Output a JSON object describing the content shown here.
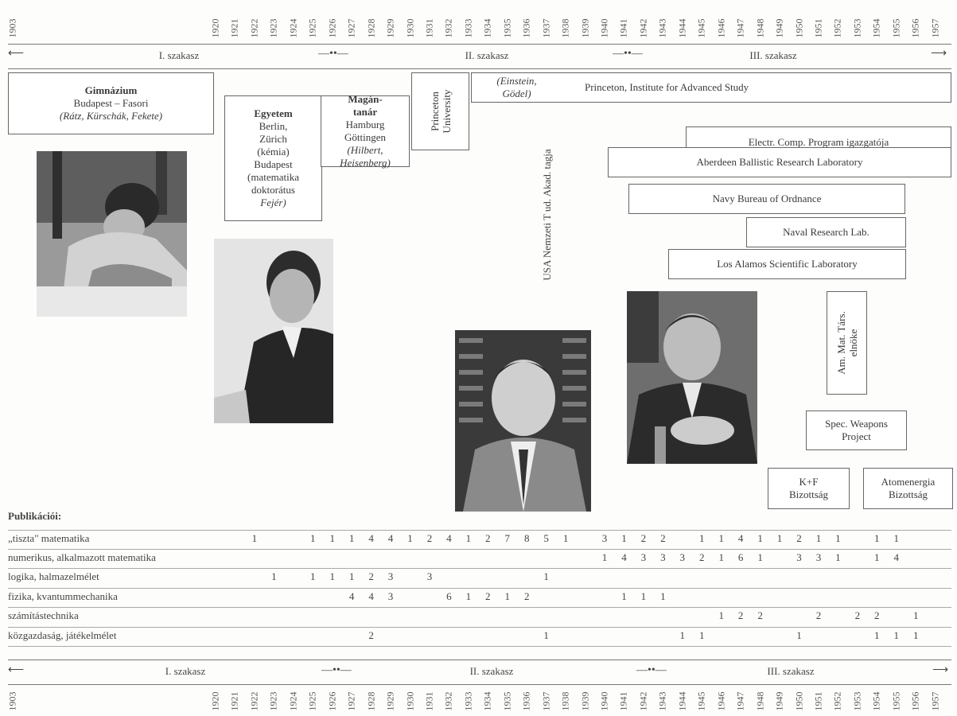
{
  "years": [
    "1903",
    "1920",
    "1921",
    "1922",
    "1923",
    "1924",
    "1925",
    "1926",
    "1927",
    "1928",
    "1929",
    "1930",
    "1931",
    "1932",
    "1933",
    "1934",
    "1935",
    "1936",
    "1937",
    "1938",
    "1939",
    "1940",
    "1941",
    "1942",
    "1943",
    "1944",
    "1945",
    "1946",
    "1947",
    "1948",
    "1949",
    "1950",
    "1951",
    "1952",
    "1953",
    "1954",
    "1955",
    "1956",
    "1957"
  ],
  "stages": {
    "one": "I. szakasz",
    "two": "II. szakasz",
    "three": "III. szakasz",
    "arrow_left": "⟵",
    "arrow_right": "⟶",
    "arrow_mid": "—••—"
  },
  "boxes": {
    "gimnazium": {
      "title": "Gimnázium",
      "line1": "Budapest – Fasori",
      "line2": "(Rátz, Kürschák, Fekete)"
    },
    "egyetem": {
      "title": "Egyetem",
      "lines": [
        "Berlin,",
        "Zürich",
        "(kémia)",
        "Budapest",
        "(matematika",
        "doktorátus"
      ],
      "italic": "Fejér)"
    },
    "magantanar": {
      "title1": "Magán-",
      "title2": "tanár",
      "lines": [
        "Hamburg",
        "Göttingen"
      ],
      "italic1": "(Hilbert,",
      "italic2": "Heisenberg)"
    },
    "princeton_univ": {
      "line1": "Princeton",
      "line2": "University"
    },
    "einstein_godel": {
      "line1": "(Einstein,",
      "line2": "Gödel)"
    },
    "ias": "Princeton, Institute for Advanced Study",
    "ecp": "Electr. Comp. Program igazgatója",
    "aberdeen": "Aberdeen Ballistic Research Laboratory",
    "navy": "Navy Bureau of Ordnance",
    "naval": "Naval Research Lab.",
    "los_alamos": "Los Alamos Scientific Laboratory",
    "ams": {
      "line1": "Am. Mat. Társ.",
      "line2": "elnöke"
    },
    "swp": {
      "line1": "Spec. Weapons",
      "line2": "Project"
    },
    "kf": {
      "line1": "K+F",
      "line2": "Bizottság"
    },
    "aec": {
      "line1": "Atomenergia",
      "line2": "Bizottság"
    }
  },
  "usa_text": "USA Nemzeti T ud. Akad. tagja",
  "publications": {
    "title": "Publikációi:",
    "rows": [
      {
        "label": "„tiszta\" matematika",
        "values": {
          "1922": "1",
          "1925": "1",
          "1926": "1",
          "1927": "1",
          "1928": "4",
          "1929": "4",
          "1930": "1",
          "1931": "2",
          "1932": "4",
          "1933": "1",
          "1934": "2",
          "1935": "7",
          "1936": "8",
          "1937": "5",
          "1938": "1",
          "1940": "3",
          "1941": "1",
          "1942": "2",
          "1943": "2",
          "1945": "1",
          "1946": "1",
          "1947": "4",
          "1948": "1",
          "1949": "1",
          "1950": "2",
          "1951": "1",
          "1952": "1",
          "1954": "1",
          "1955": "1"
        }
      },
      {
        "label": "numerikus, alkalmazott matematika",
        "values": {
          "1940": "1",
          "1941": "4",
          "1942": "3",
          "1943": "3",
          "1944": "3",
          "1945": "2",
          "1946": "1",
          "1947": "6",
          "1948": "1",
          "1950": "3",
          "1951": "3",
          "1952": "1",
          "1954": "1",
          "1955": "4"
        }
      },
      {
        "label": "logika, halmazelmélet",
        "values": {
          "1923": "1",
          "1925": "1",
          "1926": "1",
          "1927": "1",
          "1928": "2",
          "1929": "3",
          "1931": "3",
          "1937": "1"
        }
      },
      {
        "label": "fizika, kvantummechanika",
        "values": {
          "1927": "4",
          "1928": "4",
          "1929": "3",
          "1932": "6",
          "1933": "1",
          "1934": "2",
          "1935": "1",
          "1936": "2",
          "1941": "1",
          "1942": "1",
          "1943": "1"
        }
      },
      {
        "label": "számítástechnika",
        "values": {
          "1946": "1",
          "1947": "2",
          "1948": "2",
          "1951": "2",
          "1953": "2",
          "1954": "2",
          "1956": "1"
        }
      },
      {
        "label": "közgazdaság, játékelmélet",
        "values": {
          "1928": "2",
          "1937": "1",
          "1944": "1",
          "1945": "1",
          "1950": "1",
          "1954": "1",
          "1955": "1",
          "1956": "1"
        }
      }
    ]
  }
}
